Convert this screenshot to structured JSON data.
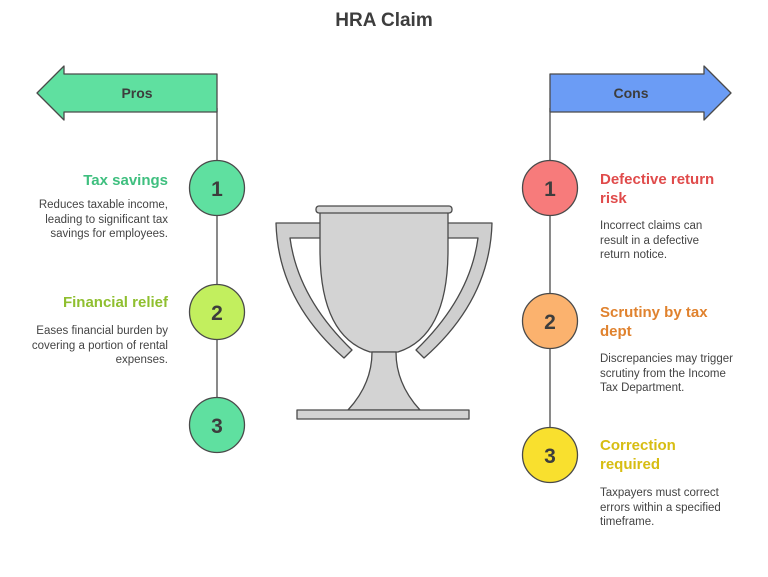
{
  "title": "HRA Claim",
  "pros": {
    "label": "Pros",
    "color": "#5fe0a0",
    "items": [
      {
        "number": "1",
        "title": "Tax savings",
        "description": "Reduces taxable income, leading to significant tax savings for employees.",
        "color": "#5fe0a0",
        "title_color": "#3fbf7f"
      },
      {
        "number": "2",
        "title": "Financial relief",
        "description": "Eases financial burden by covering a portion of rental expenses.",
        "color": "#c2ef5e",
        "title_color": "#8fbf2f"
      },
      {
        "number": "3",
        "title": "",
        "description": "",
        "color": "#5fe0a0",
        "title_color": "#3fbf7f"
      }
    ]
  },
  "cons": {
    "label": "Cons",
    "color": "#6b9cf5",
    "items": [
      {
        "number": "1",
        "title": "Defective return risk",
        "description": "Incorrect claims can result in a defective return notice.",
        "color": "#f77b7b",
        "title_color": "#e04b4b"
      },
      {
        "number": "2",
        "title": "Scrutiny by tax dept",
        "description": "Discrepancies may trigger scrutiny from the Income Tax Department.",
        "color": "#fbb26e",
        "title_color": "#e0822e"
      },
      {
        "number": "3",
        "title": "Correction required",
        "description": "Taxpayers must correct errors within a specified timeframe.",
        "color": "#f9e02e",
        "title_color": "#d7bd12"
      }
    ]
  },
  "icons": {
    "center": "trophy-icon"
  }
}
